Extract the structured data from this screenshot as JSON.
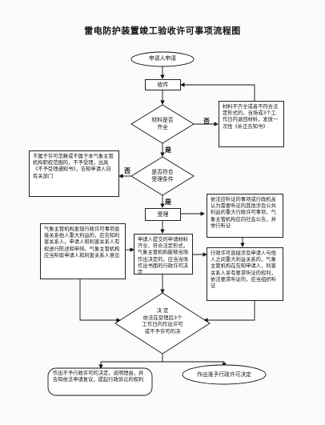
{
  "title": "雷电防护装置竣工验收许可事项流程图",
  "nodes": {
    "applicant": "申请人申请",
    "receive": "收件",
    "materials_check": "材料是否\n齐全",
    "supplement": "材料不齐全或者不符合法定形式的，当场或3个工作日内退回材料，发放一次性《补正告知书》",
    "within_scope": "是否符合\n受理条件",
    "not_in_scope": "不属于许可范畴或不属于本气象主管机构职权范围的，不予受理，出具《不予受理通知书》，告知申请人向有关部门",
    "accept": "受理",
    "review": "申请人提交的申请材料齐全、符合法定形式，气象主管机构能够当场作出决定的，应当当场作出书面的行政许可决定",
    "third_party": "气象主管机构发现行政许可事项直接关系他人重大利益的，应告知利害关系人。申请人和利害关系人有权进行陈述和申辩。气象主管机构应当听取申请人和利害关系人意见",
    "hearing_public": "依法应听证的事项或行政机关认为需要听证的其他涉及公共利益的重大行政许可事项，气象主管机构应向社会公告，并举行听证",
    "hearing_rights": "行政许可直接涉及申请人与他人之间重大利益关系的，气象主管机构在告知申请人，利害关系人享有要求听证的权利，依法要求听证的，应当组织听证",
    "decision": "决      定\n依法在受理后3个\n工作日内作出许可\n或不予许可的决",
    "deny": "作出不予行政许可的决定，说明理由，并告知依法申请复议，提起行政诉讼的权利",
    "grant": "作出准予行政许可决定"
  },
  "labels": {
    "yes": "是",
    "no": "否"
  }
}
